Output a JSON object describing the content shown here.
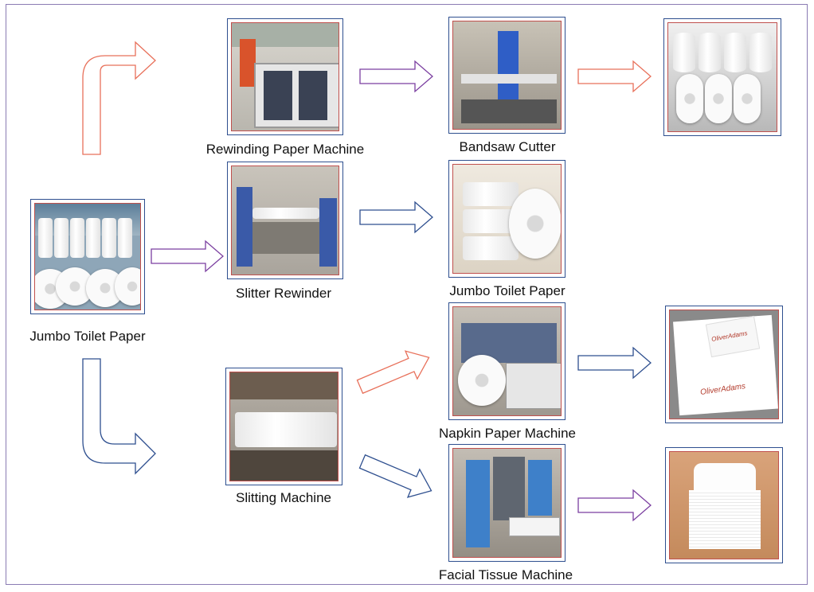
{
  "nodes": {
    "jumbo_source": {
      "caption": "Jumbo Toilet Paper"
    },
    "rewinding": {
      "caption": "Rewinding Paper Machine"
    },
    "slitter": {
      "caption": "Slitter Rewinder"
    },
    "slitting": {
      "caption": "Slitting Machine"
    },
    "bandsaw": {
      "caption": "Bandsaw Cutter"
    },
    "jumbo_product": {
      "caption": "Jumbo Toilet Paper"
    },
    "napkin": {
      "caption": "Napkin Paper Machine"
    },
    "facial": {
      "caption": "Facial Tissue Machine"
    },
    "toilet_rolls": {
      "caption": ""
    },
    "napkins": {
      "caption": "",
      "brand_text": "OliverAdams"
    },
    "tissue_box": {
      "caption": ""
    }
  },
  "colors": {
    "frame": "#8a7bb3",
    "photo_border": "#2e4f8f",
    "photo_inner": "#c0504d",
    "arrow_red": "#e8705a",
    "arrow_purple": "#7b3fa0",
    "arrow_blue": "#2e4f8f"
  }
}
